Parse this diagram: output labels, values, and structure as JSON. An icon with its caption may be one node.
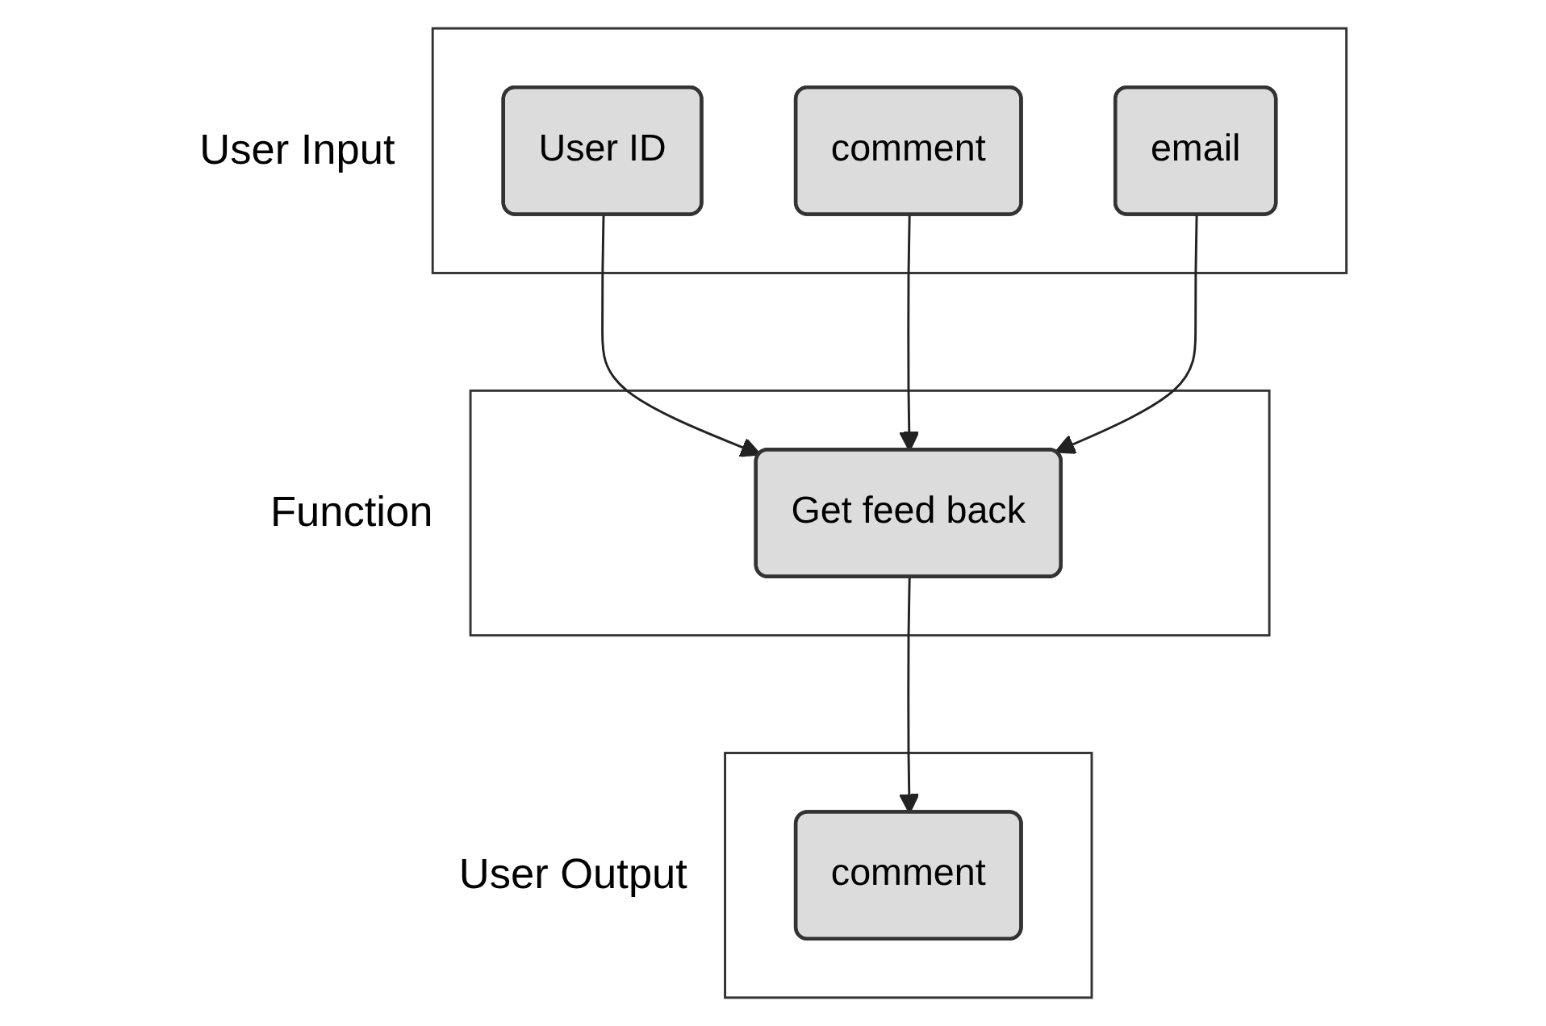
{
  "diagram": {
    "nodes": [
      {
        "text": [
          "User Input"
        ]
      },
      {
        "text": [
          "User ID"
        ],
        "in": 0
      },
      {
        "text": [
          "comment"
        ],
        "in": 0
      },
      {
        "text": [
          "email"
        ],
        "in": 0
      },
      {
        "text": [
          "Function"
        ]
      },
      {
        "text": [
          "Get feed back"
        ],
        "in": 4
      },
      {
        "text": [
          "User Output"
        ]
      },
      {
        "text": [
          "comment"
        ],
        "in": 6
      }
    ],
    "edges": [
      {
        "from": 1,
        "to": 5,
        "arrow": "to"
      },
      {
        "from": 2,
        "to": 5,
        "arrow": "to"
      },
      {
        "from": 3,
        "to": 5,
        "arrow": "to"
      },
      {
        "from": 5,
        "to": 7,
        "arrow": "to"
      }
    ]
  }
}
